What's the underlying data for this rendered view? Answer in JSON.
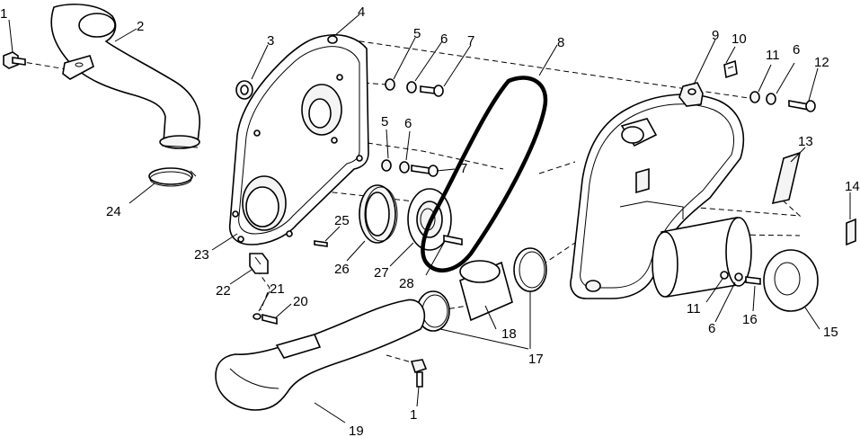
{
  "diagram": {
    "callouts": [
      {
        "id": "c1a",
        "text": "1"
      },
      {
        "id": "c2",
        "text": "2"
      },
      {
        "id": "c3",
        "text": "3"
      },
      {
        "id": "c4",
        "text": "4"
      },
      {
        "id": "c5a",
        "text": "5"
      },
      {
        "id": "c6a",
        "text": "6"
      },
      {
        "id": "c7a",
        "text": "7"
      },
      {
        "id": "c8",
        "text": "8"
      },
      {
        "id": "c9",
        "text": "9"
      },
      {
        "id": "c10",
        "text": "10"
      },
      {
        "id": "c11a",
        "text": "11"
      },
      {
        "id": "c6b",
        "text": "6"
      },
      {
        "id": "c12",
        "text": "12"
      },
      {
        "id": "c5b",
        "text": "5"
      },
      {
        "id": "c6c",
        "text": "6"
      },
      {
        "id": "c7b",
        "text": "7"
      },
      {
        "id": "c13",
        "text": "13"
      },
      {
        "id": "c14",
        "text": "14"
      },
      {
        "id": "c24",
        "text": "24"
      },
      {
        "id": "c25",
        "text": "25"
      },
      {
        "id": "c23",
        "text": "23"
      },
      {
        "id": "c26",
        "text": "26"
      },
      {
        "id": "c27",
        "text": "27"
      },
      {
        "id": "c28",
        "text": "28"
      },
      {
        "id": "c22",
        "text": "22"
      },
      {
        "id": "c21",
        "text": "21"
      },
      {
        "id": "c20",
        "text": "20"
      },
      {
        "id": "c18",
        "text": "18"
      },
      {
        "id": "c11b",
        "text": "11"
      },
      {
        "id": "c6d",
        "text": "6"
      },
      {
        "id": "c16",
        "text": "16"
      },
      {
        "id": "c15",
        "text": "15"
      },
      {
        "id": "c17",
        "text": "17"
      },
      {
        "id": "c1b",
        "text": "1"
      },
      {
        "id": "c19",
        "text": "19"
      }
    ]
  }
}
